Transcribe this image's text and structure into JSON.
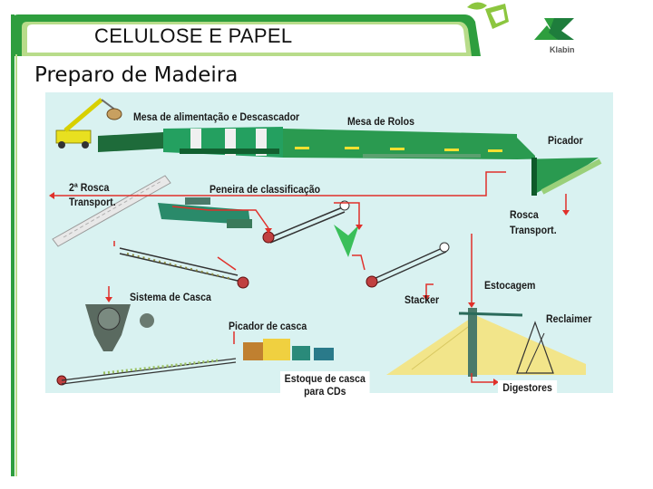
{
  "header": {
    "title": "CELULOSE E PAPEL",
    "subtitle": "Preparo de Madeira"
  },
  "logo": {
    "text": "Klabin"
  },
  "colors": {
    "brand_green": "#2e9e3e",
    "light_green": "#8cc63f",
    "panel_bg": "#d9f2f1",
    "flow_red": "#e0302a",
    "machine_green": "#2a8a4a"
  },
  "diagram": {
    "labels": {
      "mesa_alimentacao": "Mesa de alimentação e Descascador",
      "mesa_rolos": "Mesa de Rolos",
      "picador": "Picador",
      "rosca_2_line1": "2ª Rosca",
      "rosca_2_line2": "Transport.",
      "peneira": "Peneira de classificação",
      "rosca_line1": "Rosca",
      "rosca_line2": "Transport.",
      "estocagem": "Estocagem",
      "sistema_casca": "Sistema de Casca",
      "stacker": "Stacker",
      "picador_casca": "Picador de casca",
      "reclaimer": "Reclaimer",
      "estoque_line1": "Estoque de casca",
      "estoque_line2": "para CDs",
      "digestores": "Digestores"
    }
  }
}
